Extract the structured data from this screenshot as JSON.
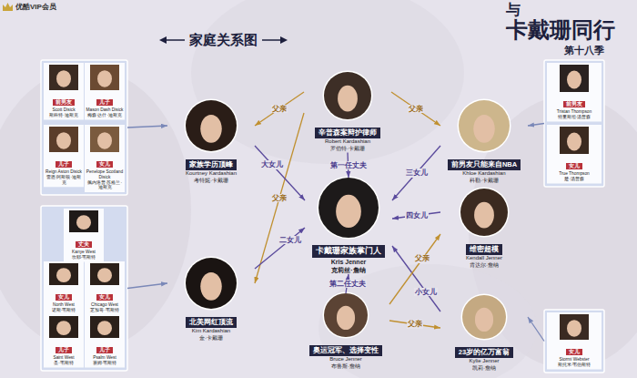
{
  "diagram": {
    "title": "家庭关系图",
    "nodes": [
      {
        "text": []
      },
      {
        "text": [
          "前男友",
          "Scott Disick",
          "斯科特·迪斯克"
        ],
        "in": 0
      },
      {
        "text": [
          "儿子",
          "Mason Dash Disick",
          "梅森·达什·迪斯克"
        ],
        "in": 0
      },
      {
        "text": [
          "儿子",
          "Reign Aston Disick",
          "雷恩·阿斯顿·迪斯克"
        ],
        "in": 0
      },
      {
        "text": [
          "女儿",
          "Penelope Scotland Disick",
          "佩内洛普·苏格兰·迪斯克"
        ],
        "in": 0
      },
      {
        "text": [
          "辛普森案辩护律师",
          "Robert Kardashian",
          "罗伯特·卡戴珊"
        ]
      },
      {
        "text": []
      },
      {
        "text": [
          "前男友",
          "Tristan Thompson",
          "特里斯坦·汤普森"
        ],
        "in": 6
      },
      {
        "text": [
          "女儿",
          "True Thompson",
          "楚·汤普森"
        ],
        "in": 6
      },
      {
        "text": [
          "家族学历顶峰",
          "Kourtney Kardashian",
          "考特妮·卡戴珊"
        ]
      },
      {
        "text": [
          "前男友只能来自NBA",
          "Khloe Kardashian",
          "科勒·卡戴珊"
        ]
      },
      {
        "text": [
          "卡戴珊家族掌门人",
          "Kris Jenner",
          "克莉丝·詹纳"
        ]
      },
      {
        "text": [
          "维密超模",
          "Kendall Jenner",
          "肯达尔·詹纳"
        ]
      },
      {
        "text": []
      },
      {
        "text": [
          "丈夫",
          "Kanye West",
          "坎耶·韦斯特"
        ],
        "in": 13
      },
      {
        "text": [
          "女儿",
          "North West",
          "诺斯·韦斯特"
        ],
        "in": 13
      },
      {
        "text": [
          "女儿",
          "Chicago West",
          "芝加哥·韦斯特"
        ],
        "in": 13
      },
      {
        "text": [
          "儿子",
          "Saint West",
          "圣·韦斯特"
        ],
        "in": 13
      },
      {
        "text": [
          "儿子",
          "Psalm West",
          "赛姆·韦斯特"
        ],
        "in": 13
      },
      {
        "text": [
          "北美网红顶流",
          "Kim Kardashian",
          "金·卡戴珊"
        ]
      },
      {
        "text": [
          "奥运冠军、选择变性",
          "Bruce Jenner",
          "布鲁斯·詹纳"
        ]
      },
      {
        "text": [
          "23岁的亿万富翁",
          "Kylie Jenner",
          "凯莉·詹纳"
        ]
      },
      {
        "text": []
      },
      {
        "text": [
          "女儿",
          "Stormi Webster",
          "斯托米·韦伯斯特"
        ],
        "in": 22
      }
    ],
    "edges": [
      {
        "from": 5,
        "to": 11,
        "label": "第一任丈夫",
        "arrow": "to"
      },
      {
        "from": 5,
        "to": 9,
        "label": "父亲",
        "arrow": "to"
      },
      {
        "from": 5,
        "to": 10,
        "label": "父亲",
        "arrow": "to"
      },
      {
        "from": 5,
        "to": 19,
        "label": "父亲",
        "arrow": "to"
      },
      {
        "from": 9,
        "to": 11,
        "label": "大女儿",
        "arrow": "to"
      },
      {
        "from": 19,
        "to": 11,
        "label": "二女儿",
        "arrow": "to"
      },
      {
        "from": 10,
        "to": 11,
        "label": "三女儿",
        "arrow": "to"
      },
      {
        "from": 12,
        "to": 11,
        "label": "四女儿",
        "arrow": "to"
      },
      {
        "from": 21,
        "to": 11,
        "label": "小女儿",
        "arrow": "to"
      },
      {
        "from": 20,
        "to": 11,
        "label": "第二任丈夫",
        "arrow": "to"
      },
      {
        "from": 20,
        "to": 12,
        "label": "父亲",
        "arrow": "to"
      },
      {
        "from": 20,
        "to": 21,
        "label": "父亲",
        "arrow": "to"
      },
      {
        "from": 0,
        "to": 9,
        "arrow": "to"
      },
      {
        "from": 13,
        "to": 19,
        "arrow": "to"
      },
      {
        "from": 6,
        "to": 10,
        "arrow": "to"
      },
      {
        "from": 22,
        "to": 21,
        "arrow": "to"
      }
    ],
    "labels": [
      "优酷VIP会员",
      "与",
      "卡戴珊同行",
      "第十八季"
    ]
  }
}
